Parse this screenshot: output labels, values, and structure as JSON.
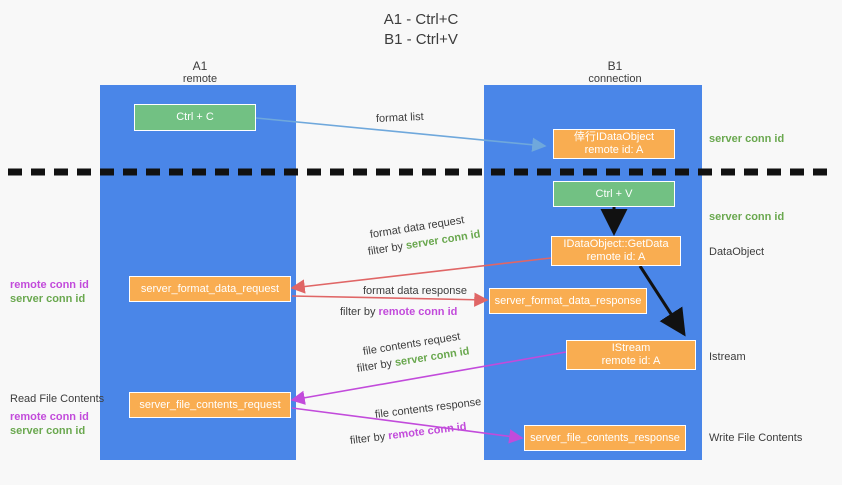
{
  "title": "A1 - Ctrl+C\nB1 - Ctrl+V",
  "lanes": [
    {
      "name": "A1",
      "sub": "remote"
    },
    {
      "name": "B1",
      "sub": "connection"
    }
  ],
  "boxes": [
    {
      "id": "ctrl-c",
      "line1": "Ctrl + C",
      "line2": "",
      "color": "green"
    },
    {
      "id": "ctrl-v",
      "line1": "Ctrl + V",
      "line2": "",
      "color": "green"
    },
    {
      "id": "idataobject",
      "line1": "倖行IDataObject",
      "line2": "remote id: A",
      "color": "orange"
    },
    {
      "id": "getdata",
      "line1": "IDataObject::GetData",
      "line2": "remote id: A",
      "color": "orange"
    },
    {
      "id": "istream",
      "line1": "IStream",
      "line2": "remote id: A",
      "color": "orange"
    },
    {
      "id": "server-format-data-request",
      "line1": "server_format_data_request",
      "line2": "",
      "color": "orange"
    },
    {
      "id": "server-format-data-response",
      "line1": "server_format_data_response",
      "line2": "",
      "color": "orange"
    },
    {
      "id": "server-file-contents-request",
      "line1": "server_file_contents_request",
      "line2": "",
      "color": "orange"
    },
    {
      "id": "server-file-contents-response",
      "line1": "server_file_contents_response",
      "line2": "",
      "color": "orange"
    }
  ],
  "labels": {
    "format_list": "format list",
    "format_data_request": "format data request",
    "format_data_response": "format data response",
    "file_contents_request": "file contents request",
    "file_contents_response": "file contents response",
    "filter_by": "filter by ",
    "server_conn_id": "server conn id",
    "remote_conn_id": "remote conn id",
    "read_file_contents": "Read File Contents",
    "write_file_contents": "Write File Contents",
    "dataobject": "DataObject",
    "istream": "Istream"
  },
  "colors": {
    "lane": "#4a86e8",
    "orange": "#f9ad51",
    "green_box": "#72c183",
    "green_text": "#6aa84f",
    "purple_text": "#c24bdb",
    "arrow_blue": "#6fa8dc",
    "arrow_red": "#e06666",
    "arrow_magenta": "#c24bdb",
    "arrow_dark": "#000000",
    "background": "#f8f8f8"
  }
}
